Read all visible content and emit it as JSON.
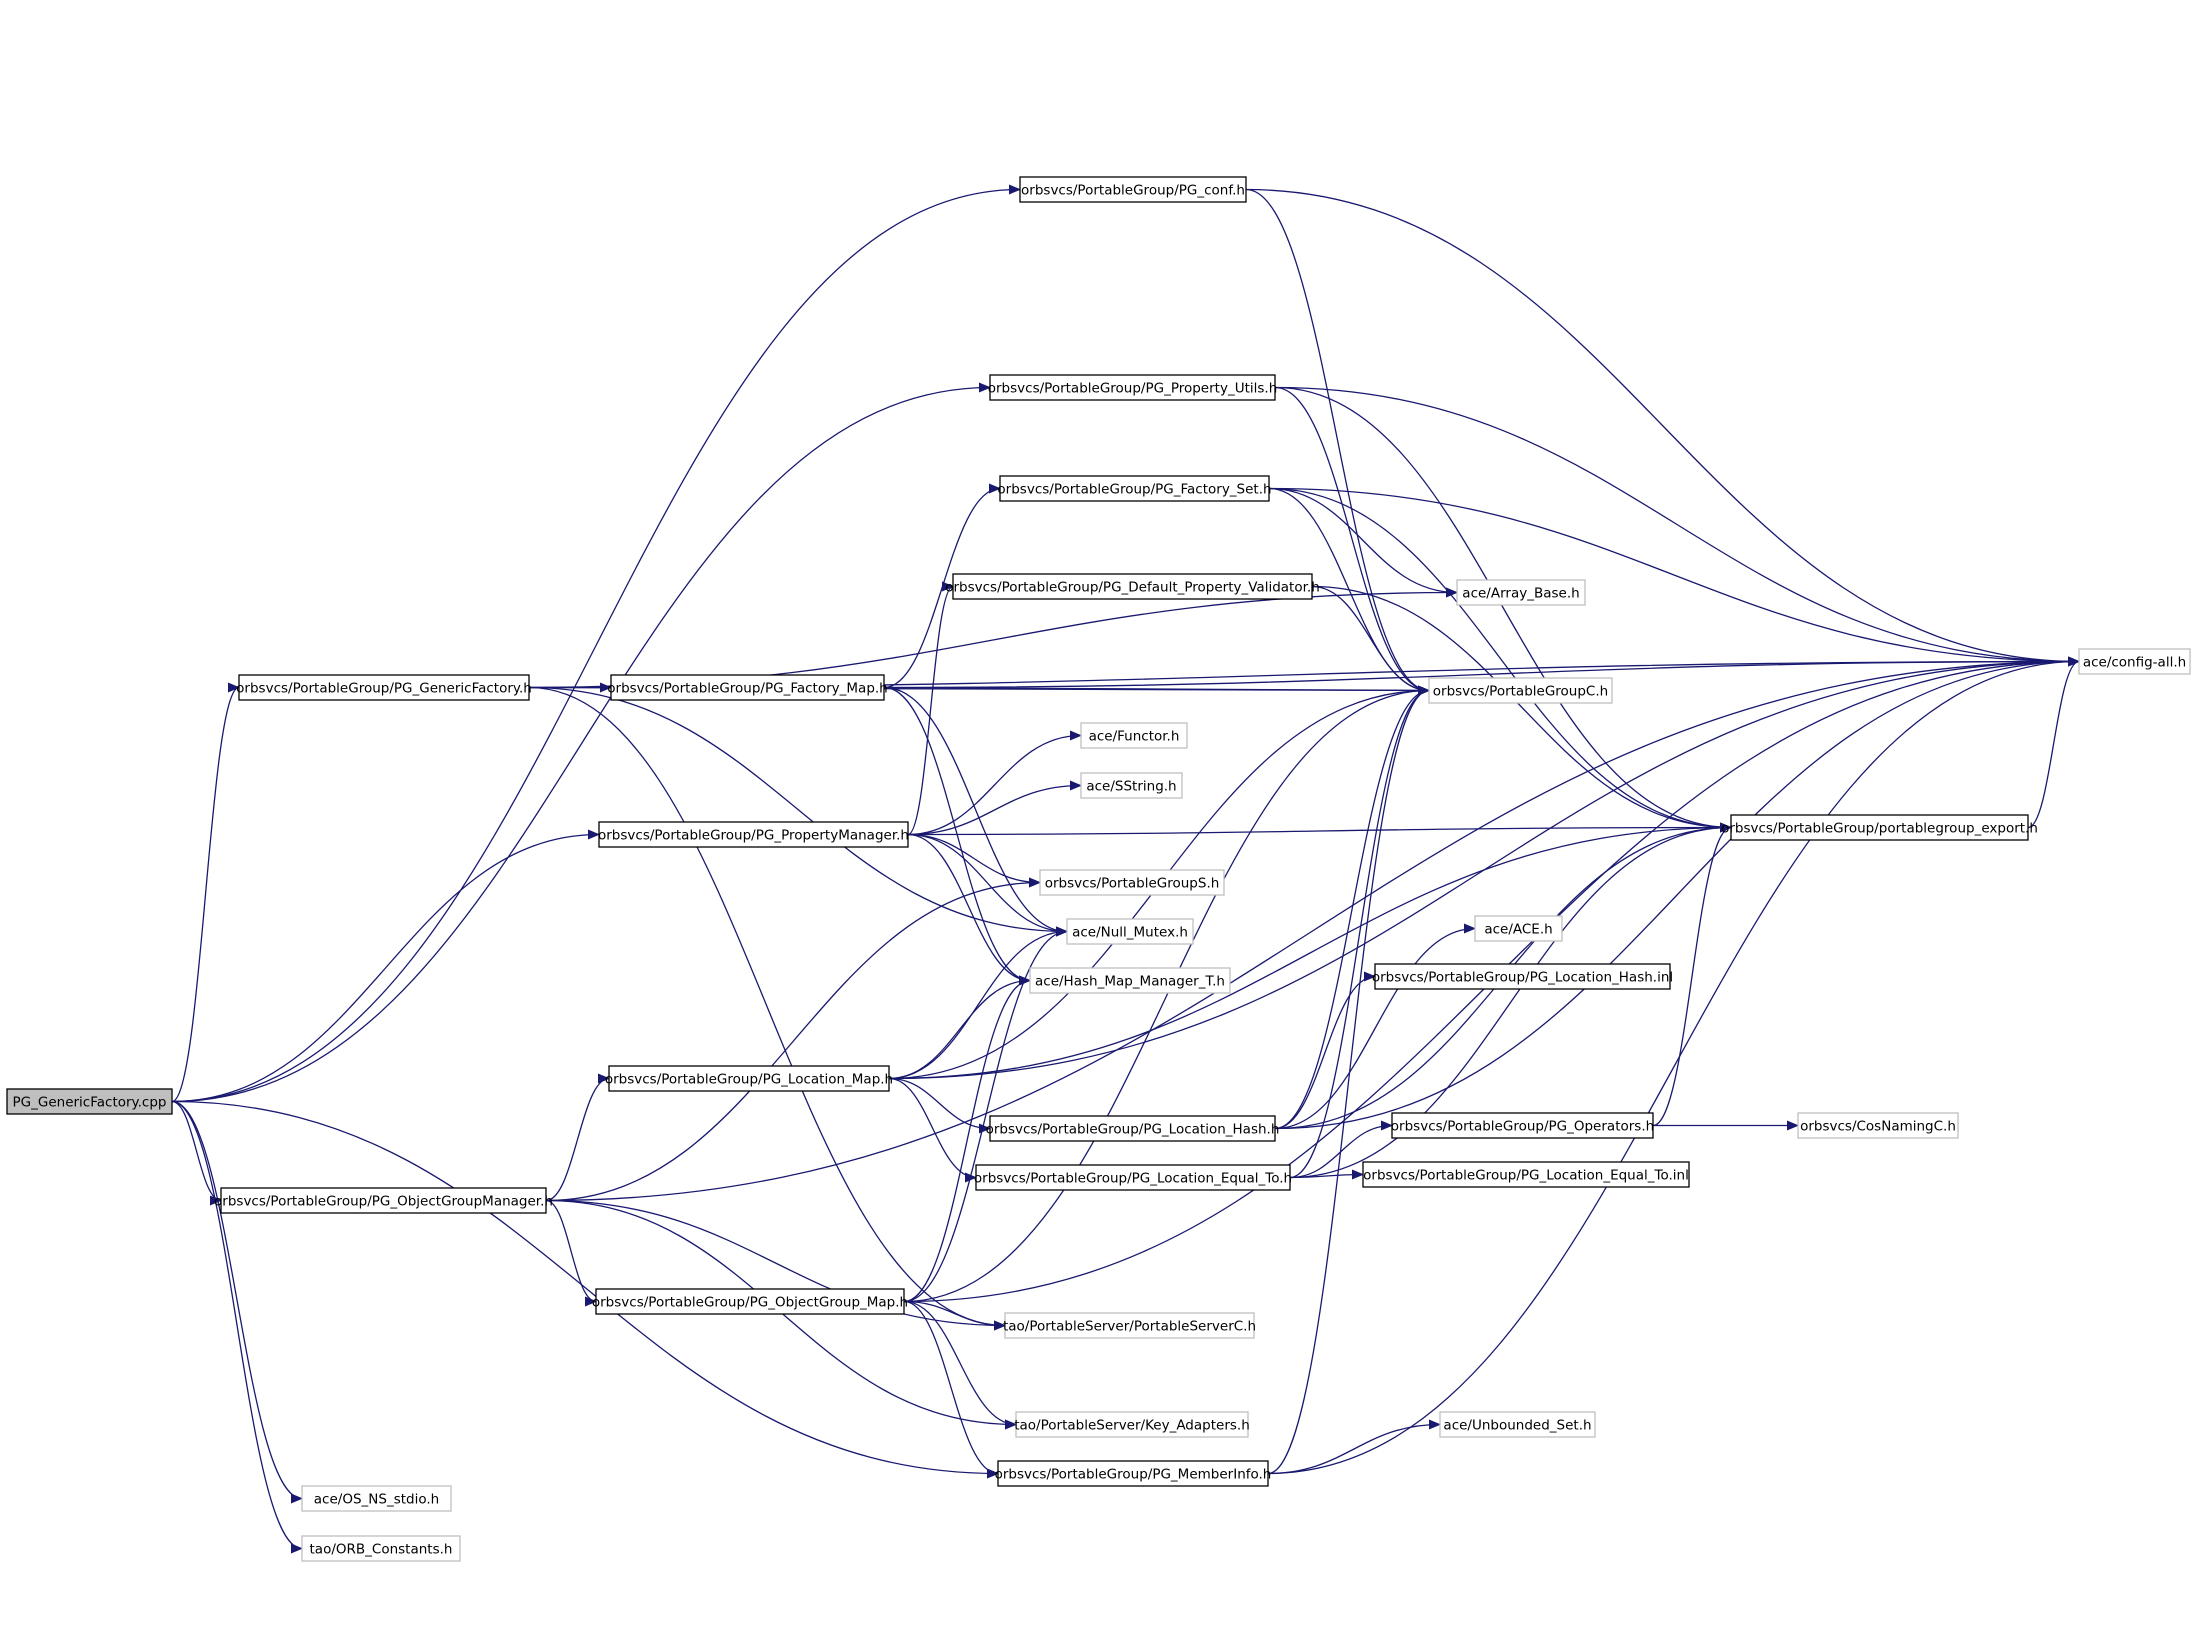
{
  "colors": {
    "edge": "#191970",
    "root_fill": "#bfbfbf",
    "documented_border": "#000000",
    "undocumented_border": "#bfbfbf"
  },
  "nodes": [
    {
      "id": "root",
      "label": "PG_GenericFactory.cpp",
      "kind": "root"
    },
    {
      "id": "conf",
      "label": "orbsvcs/PortableGroup/PG_conf.h",
      "kind": "linked"
    },
    {
      "id": "putils",
      "label": "orbsvcs/PortableGroup/PG_Property_Utils.h",
      "kind": "linked"
    },
    {
      "id": "fset",
      "label": "orbsvcs/PortableGroup/PG_Factory_Set.h",
      "kind": "linked"
    },
    {
      "id": "dpv",
      "label": "orbsvcs/PortableGroup/PG_Default_Property_Validator.h",
      "kind": "linked"
    },
    {
      "id": "gfac",
      "label": "orbsvcs/PortableGroup/PG_GenericFactory.h",
      "kind": "linked"
    },
    {
      "id": "fmap",
      "label": "orbsvcs/PortableGroup/PG_Factory_Map.h",
      "kind": "linked"
    },
    {
      "id": "pmgr",
      "label": "orbsvcs/PortableGroup/PG_PropertyManager.h",
      "kind": "linked"
    },
    {
      "id": "lmap",
      "label": "orbsvcs/PortableGroup/PG_Location_Map.h",
      "kind": "linked"
    },
    {
      "id": "ogm",
      "label": "orbsvcs/PortableGroup/PG_ObjectGroupManager.h",
      "kind": "linked"
    },
    {
      "id": "ogmap",
      "label": "orbsvcs/PortableGroup/PG_ObjectGroup_Map.h",
      "kind": "linked"
    },
    {
      "id": "lhash",
      "label": "orbsvcs/PortableGroup/PG_Location_Hash.h",
      "kind": "linked"
    },
    {
      "id": "leq",
      "label": "orbsvcs/PortableGroup/PG_Location_Equal_To.h",
      "kind": "linked"
    },
    {
      "id": "minfo",
      "label": "orbsvcs/PortableGroup/PG_MemberInfo.h",
      "kind": "linked"
    },
    {
      "id": "pgexp",
      "label": "orbsvcs/PortableGroup/portablegroup_export.h",
      "kind": "linked"
    },
    {
      "id": "lhinl",
      "label": "orbsvcs/PortableGroup/PG_Location_Hash.inl",
      "kind": "linked"
    },
    {
      "id": "ops",
      "label": "orbsvcs/PortableGroup/PG_Operators.h",
      "kind": "linked"
    },
    {
      "id": "leqinl",
      "label": "orbsvcs/PortableGroup/PG_Location_Equal_To.inl",
      "kind": "linked"
    },
    {
      "id": "arr",
      "label": "ace/Array_Base.h",
      "kind": "plain"
    },
    {
      "id": "pgc",
      "label": "orbsvcs/PortableGroupC.h",
      "kind": "plain"
    },
    {
      "id": "cfg",
      "label": "ace/config-all.h",
      "kind": "plain"
    },
    {
      "id": "func",
      "label": "ace/Functor.h",
      "kind": "plain"
    },
    {
      "id": "sstr",
      "label": "ace/SString.h",
      "kind": "plain"
    },
    {
      "id": "pgs",
      "label": "orbsvcs/PortableGroupS.h",
      "kind": "plain"
    },
    {
      "id": "nmut",
      "label": "ace/Null_Mutex.h",
      "kind": "plain"
    },
    {
      "id": "hmm",
      "label": "ace/Hash_Map_Manager_T.h",
      "kind": "plain"
    },
    {
      "id": "ace",
      "label": "ace/ACE.h",
      "kind": "plain"
    },
    {
      "id": "cnc",
      "label": "orbsvcs/CosNamingC.h",
      "kind": "plain"
    },
    {
      "id": "psc",
      "label": "tao/PortableServer/PortableServerC.h",
      "kind": "plain"
    },
    {
      "id": "kad",
      "label": "tao/PortableServer/Key_Adapters.h",
      "kind": "plain"
    },
    {
      "id": "uset",
      "label": "ace/Unbounded_Set.h",
      "kind": "plain"
    },
    {
      "id": "stdio",
      "label": "ace/OS_NS_stdio.h",
      "kind": "plain"
    },
    {
      "id": "orbc",
      "label": "tao/ORB_Constants.h",
      "kind": "plain"
    }
  ],
  "edges": [
    [
      "root",
      "conf"
    ],
    [
      "root",
      "putils"
    ],
    [
      "root",
      "gfac"
    ],
    [
      "root",
      "pmgr"
    ],
    [
      "root",
      "ogm"
    ],
    [
      "root",
      "minfo"
    ],
    [
      "root",
      "stdio"
    ],
    [
      "root",
      "orbc"
    ],
    [
      "conf",
      "cfg"
    ],
    [
      "conf",
      "pgc"
    ],
    [
      "putils",
      "cfg"
    ],
    [
      "putils",
      "pgexp"
    ],
    [
      "putils",
      "pgc"
    ],
    [
      "fset",
      "cfg"
    ],
    [
      "fset",
      "arr"
    ],
    [
      "fset",
      "pgc"
    ],
    [
      "fset",
      "pgexp"
    ],
    [
      "dpv",
      "pgc"
    ],
    [
      "dpv",
      "pgexp"
    ],
    [
      "gfac",
      "cfg"
    ],
    [
      "gfac",
      "fmap"
    ],
    [
      "gfac",
      "pgc"
    ],
    [
      "gfac",
      "arr"
    ],
    [
      "gfac",
      "nmut"
    ],
    [
      "gfac",
      "psc"
    ],
    [
      "fmap",
      "pgc"
    ],
    [
      "fmap",
      "fset"
    ],
    [
      "fmap",
      "cfg"
    ],
    [
      "fmap",
      "nmut"
    ],
    [
      "fmap",
      "hmm"
    ],
    [
      "pmgr",
      "pgexp"
    ],
    [
      "pmgr",
      "func"
    ],
    [
      "pmgr",
      "sstr"
    ],
    [
      "pmgr",
      "pgs"
    ],
    [
      "pmgr",
      "nmut"
    ],
    [
      "pmgr",
      "hmm"
    ],
    [
      "pmgr",
      "dpv"
    ],
    [
      "lmap",
      "lhash"
    ],
    [
      "lmap",
      "leq"
    ],
    [
      "lmap",
      "nmut"
    ],
    [
      "lmap",
      "hmm"
    ],
    [
      "lmap",
      "cfg"
    ],
    [
      "lmap",
      "pgc"
    ],
    [
      "lmap",
      "pgexp"
    ],
    [
      "ogm",
      "lmap"
    ],
    [
      "ogm",
      "ogmap"
    ],
    [
      "ogm",
      "pgs"
    ],
    [
      "ogm",
      "cfg"
    ],
    [
      "ogm",
      "psc"
    ],
    [
      "ogm",
      "kad"
    ],
    [
      "ogmap",
      "psc"
    ],
    [
      "ogmap",
      "kad"
    ],
    [
      "ogmap",
      "minfo"
    ],
    [
      "ogmap",
      "nmut"
    ],
    [
      "ogmap",
      "hmm"
    ],
    [
      "ogmap",
      "cfg"
    ],
    [
      "ogmap",
      "pgc"
    ],
    [
      "lhash",
      "pgc"
    ],
    [
      "lhash",
      "ace"
    ],
    [
      "lhash",
      "lhinl"
    ],
    [
      "lhash",
      "pgexp"
    ],
    [
      "lhash",
      "cfg"
    ],
    [
      "leq",
      "pgc"
    ],
    [
      "leq",
      "ops"
    ],
    [
      "leq",
      "leqinl"
    ],
    [
      "leq",
      "pgexp"
    ],
    [
      "ops",
      "cnc"
    ],
    [
      "ops",
      "pgexp"
    ],
    [
      "minfo",
      "uset"
    ],
    [
      "minfo",
      "pgc"
    ],
    [
      "minfo",
      "cfg"
    ],
    [
      "pgexp",
      "cfg"
    ]
  ]
}
